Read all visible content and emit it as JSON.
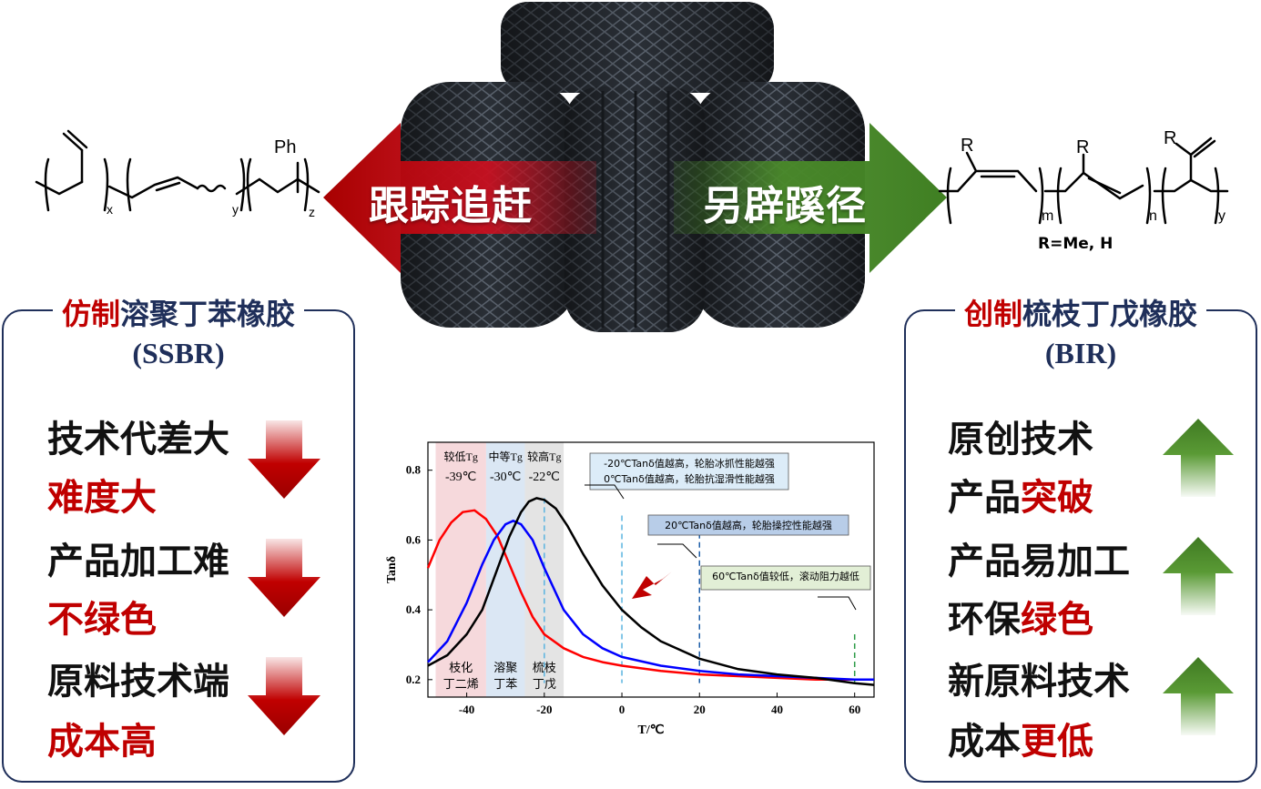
{
  "banners": {
    "left": "跟踪追赶",
    "right": "另辟蹊径"
  },
  "structure_left": {
    "x": "x",
    "y": "y",
    "z": "z",
    "ph": "Ph"
  },
  "structure_right": {
    "R": "R",
    "m": "m",
    "n": "n",
    "y": "y",
    "note": "R=Me, H"
  },
  "panel_left": {
    "title_red": "仿制",
    "title_navy": "溶聚丁苯橡胶",
    "abbr": "(SSBR)",
    "items": [
      {
        "text": "技术代差大"
      },
      {
        "text": "难度大"
      },
      {
        "text": "产品加工难"
      },
      {
        "text": "不绿色"
      },
      {
        "text": "原料技术端"
      },
      {
        "text": "成本高"
      }
    ]
  },
  "panel_right": {
    "title_red": "创制",
    "title_navy": "梳枝丁戊橡胶",
    "abbr": "(BIR)",
    "items": [
      {
        "text": "原创技术"
      },
      {
        "prefix": "产品",
        "highlight": "突破"
      },
      {
        "text": "产品易加工"
      },
      {
        "prefix": "环保",
        "highlight": "绿色"
      },
      {
        "text": "新原料技术"
      },
      {
        "prefix": "成本",
        "highlight": "更低"
      }
    ]
  },
  "colors": {
    "red": "#c00000",
    "navy": "#1f2f5a",
    "green": "#4e8a2a"
  },
  "chart_data": {
    "type": "line",
    "xlabel": "T/℃",
    "ylabel": "Tanδ",
    "xlim": [
      -50,
      65
    ],
    "ylim": [
      0.15,
      0.88
    ],
    "xticks": [
      -40,
      -20,
      0,
      20,
      40,
      60
    ],
    "yticks": [
      0.2,
      0.4,
      0.6,
      0.8
    ],
    "series": [
      {
        "color": "#ff0000",
        "x": [
          -50,
          -47,
          -44,
          -41,
          -38,
          -35,
          -32,
          -29,
          -26,
          -23,
          -20,
          -15,
          -10,
          -5,
          0,
          10,
          20,
          30,
          40,
          50,
          60,
          65
        ],
        "y": [
          0.52,
          0.6,
          0.65,
          0.68,
          0.685,
          0.66,
          0.61,
          0.53,
          0.45,
          0.38,
          0.33,
          0.29,
          0.265,
          0.25,
          0.24,
          0.225,
          0.215,
          0.21,
          0.205,
          0.2,
          0.2,
          0.2
        ]
      },
      {
        "color": "#0000ff",
        "x": [
          -50,
          -45,
          -40,
          -36,
          -33,
          -30,
          -28,
          -26,
          -23,
          -20,
          -15,
          -10,
          -5,
          0,
          10,
          20,
          30,
          40,
          50,
          60,
          65
        ],
        "y": [
          0.25,
          0.31,
          0.42,
          0.53,
          0.6,
          0.645,
          0.655,
          0.645,
          0.6,
          0.52,
          0.4,
          0.33,
          0.29,
          0.265,
          0.24,
          0.225,
          0.215,
          0.21,
          0.205,
          0.2,
          0.2
        ]
      },
      {
        "color": "#000000",
        "x": [
          -50,
          -45,
          -40,
          -36,
          -32,
          -29,
          -26,
          -24,
          -22,
          -20,
          -17,
          -14,
          -10,
          -5,
          0,
          5,
          10,
          20,
          30,
          40,
          50,
          60,
          65
        ],
        "y": [
          0.24,
          0.27,
          0.33,
          0.4,
          0.52,
          0.61,
          0.68,
          0.71,
          0.72,
          0.715,
          0.69,
          0.64,
          0.56,
          0.47,
          0.4,
          0.35,
          0.31,
          0.26,
          0.23,
          0.215,
          0.205,
          0.19,
          0.185
        ]
      }
    ],
    "bands": [
      {
        "top1": "较低Tg",
        "top2": "-39℃",
        "bottom1": "枝化",
        "bottom2": "丁二烯",
        "color": "#f6d9dc"
      },
      {
        "top1": "中等Tg",
        "top2": "-30℃",
        "bottom1": "溶聚",
        "bottom2": "丁苯",
        "color": "#dbe7f4"
      },
      {
        "top1": "较高Tg",
        "top2": "-22℃",
        "bottom1": "梳枝",
        "bottom2": "丁戊",
        "color": "#e4e4e4"
      }
    ],
    "annotations": [
      {
        "text1": "-20℃Tanδ值越高，轮胎冰抓性能越强",
        "text2": "0℃Tanδ值越高，轮胎抗湿滑性能越强",
        "color": "#dcecf8"
      },
      {
        "text1": "20℃Tanδ值越高，轮胎操控性能越强",
        "color": "#b8cde8"
      },
      {
        "text1": "60℃Tanδ值较低，滚动阻力越低",
        "color": "#e2efd6"
      }
    ]
  }
}
